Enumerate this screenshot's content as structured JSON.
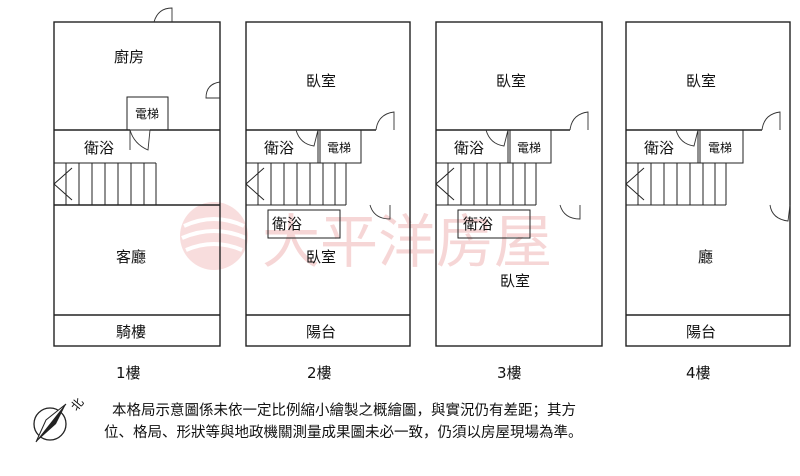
{
  "floors": [
    {
      "caption": "1樓",
      "rooms": {
        "kitchen": "廚房",
        "elevator": "電梯",
        "bath": "衛浴",
        "living": "客廳",
        "arcade": "騎樓"
      }
    },
    {
      "caption": "2樓",
      "rooms": {
        "bedroom_top": "臥室",
        "bath": "衛浴",
        "elevator": "電梯",
        "bath2": "衛浴",
        "bedroom_mid": "臥室",
        "balcony": "陽台"
      }
    },
    {
      "caption": "3樓",
      "rooms": {
        "bedroom_top": "臥室",
        "bath": "衛浴",
        "elevator": "電梯",
        "bath2": "衛浴",
        "bedroom_bottom": "臥室"
      }
    },
    {
      "caption": "4樓",
      "rooms": {
        "bedroom_top": "臥室",
        "bath": "衛浴",
        "elevator": "電梯",
        "hall": "廳",
        "balcony": "陽台"
      }
    }
  ],
  "watermark": "大平洋房屋",
  "compass_label": "北",
  "disclaimer": {
    "line1": "本格局示意圖係未依一定比例縮小繪製之概繪圖，與實況仍有差距；其方",
    "line2": "位、格局、形狀等與地政機關測量成果圖未必一致，仍須以房屋現場為準。"
  }
}
